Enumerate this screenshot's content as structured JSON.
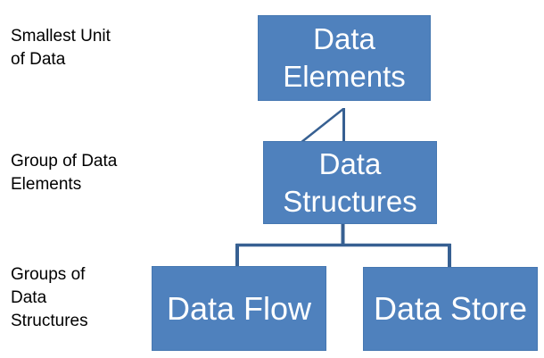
{
  "diagram": {
    "captions": [
      {
        "id": "smallest-unit-of-data",
        "text": "Smallest Unit\nof Data"
      },
      {
        "id": "group-of-data-elements",
        "text": "Group of Data\nElements"
      },
      {
        "id": "groups-of-data-structures",
        "text": "Groups of\nData\nStructures"
      }
    ],
    "nodes": [
      {
        "id": "data-elements",
        "label": "Data\nElements"
      },
      {
        "id": "data-structures",
        "label": "Data\nStructures"
      },
      {
        "id": "data-flow",
        "label": "Data Flow"
      },
      {
        "id": "data-store",
        "label": "Data Store"
      }
    ],
    "colors": {
      "node_fill": "#4f81bd",
      "node_text": "#ffffff",
      "connector": "#376092",
      "caption_text": "#000000",
      "background": "#ffffff"
    }
  }
}
